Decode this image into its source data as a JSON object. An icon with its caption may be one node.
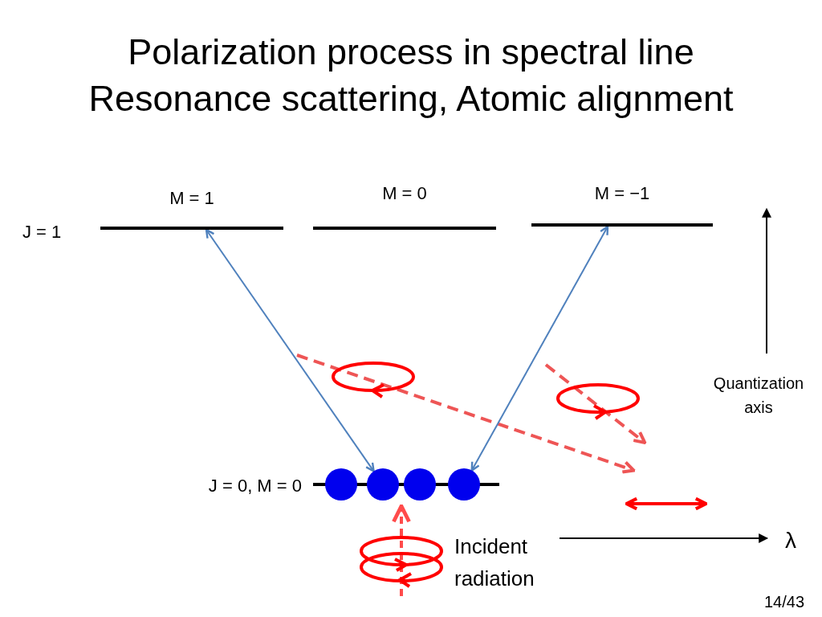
{
  "diagram": {
    "title": "Polarization process in spectral line Resonance scattering, Atomic alignment",
    "nodes": [
      {
        "text": [
          "M = 1"
        ]
      },
      {
        "text": [
          "M = 0"
        ]
      },
      {
        "text": [
          "M = −1"
        ]
      },
      {
        "text": [],
        "shape": "bar",
        "beside": [
          "J = 0, M = 0"
        ]
      },
      {
        "text": [],
        "shape": "circle"
      },
      {
        "text": [],
        "shape": "circle"
      },
      {
        "text": [],
        "shape": "circle"
      },
      {
        "text": [],
        "shape": "circle"
      }
    ],
    "edges": [
      {
        "from": 0,
        "to": 5,
        "arrow": "both"
      },
      {
        "from": 2,
        "to": 7,
        "arrow": "both"
      },
      {
        "from": null,
        "to": 3,
        "arrow": "to",
        "style": "dashed",
        "color": "#ff0000",
        "label": "Incident radiation"
      }
    ],
    "labels": [
      "J = 1",
      "Quantization axis",
      "λ",
      "14/43"
    ]
  }
}
